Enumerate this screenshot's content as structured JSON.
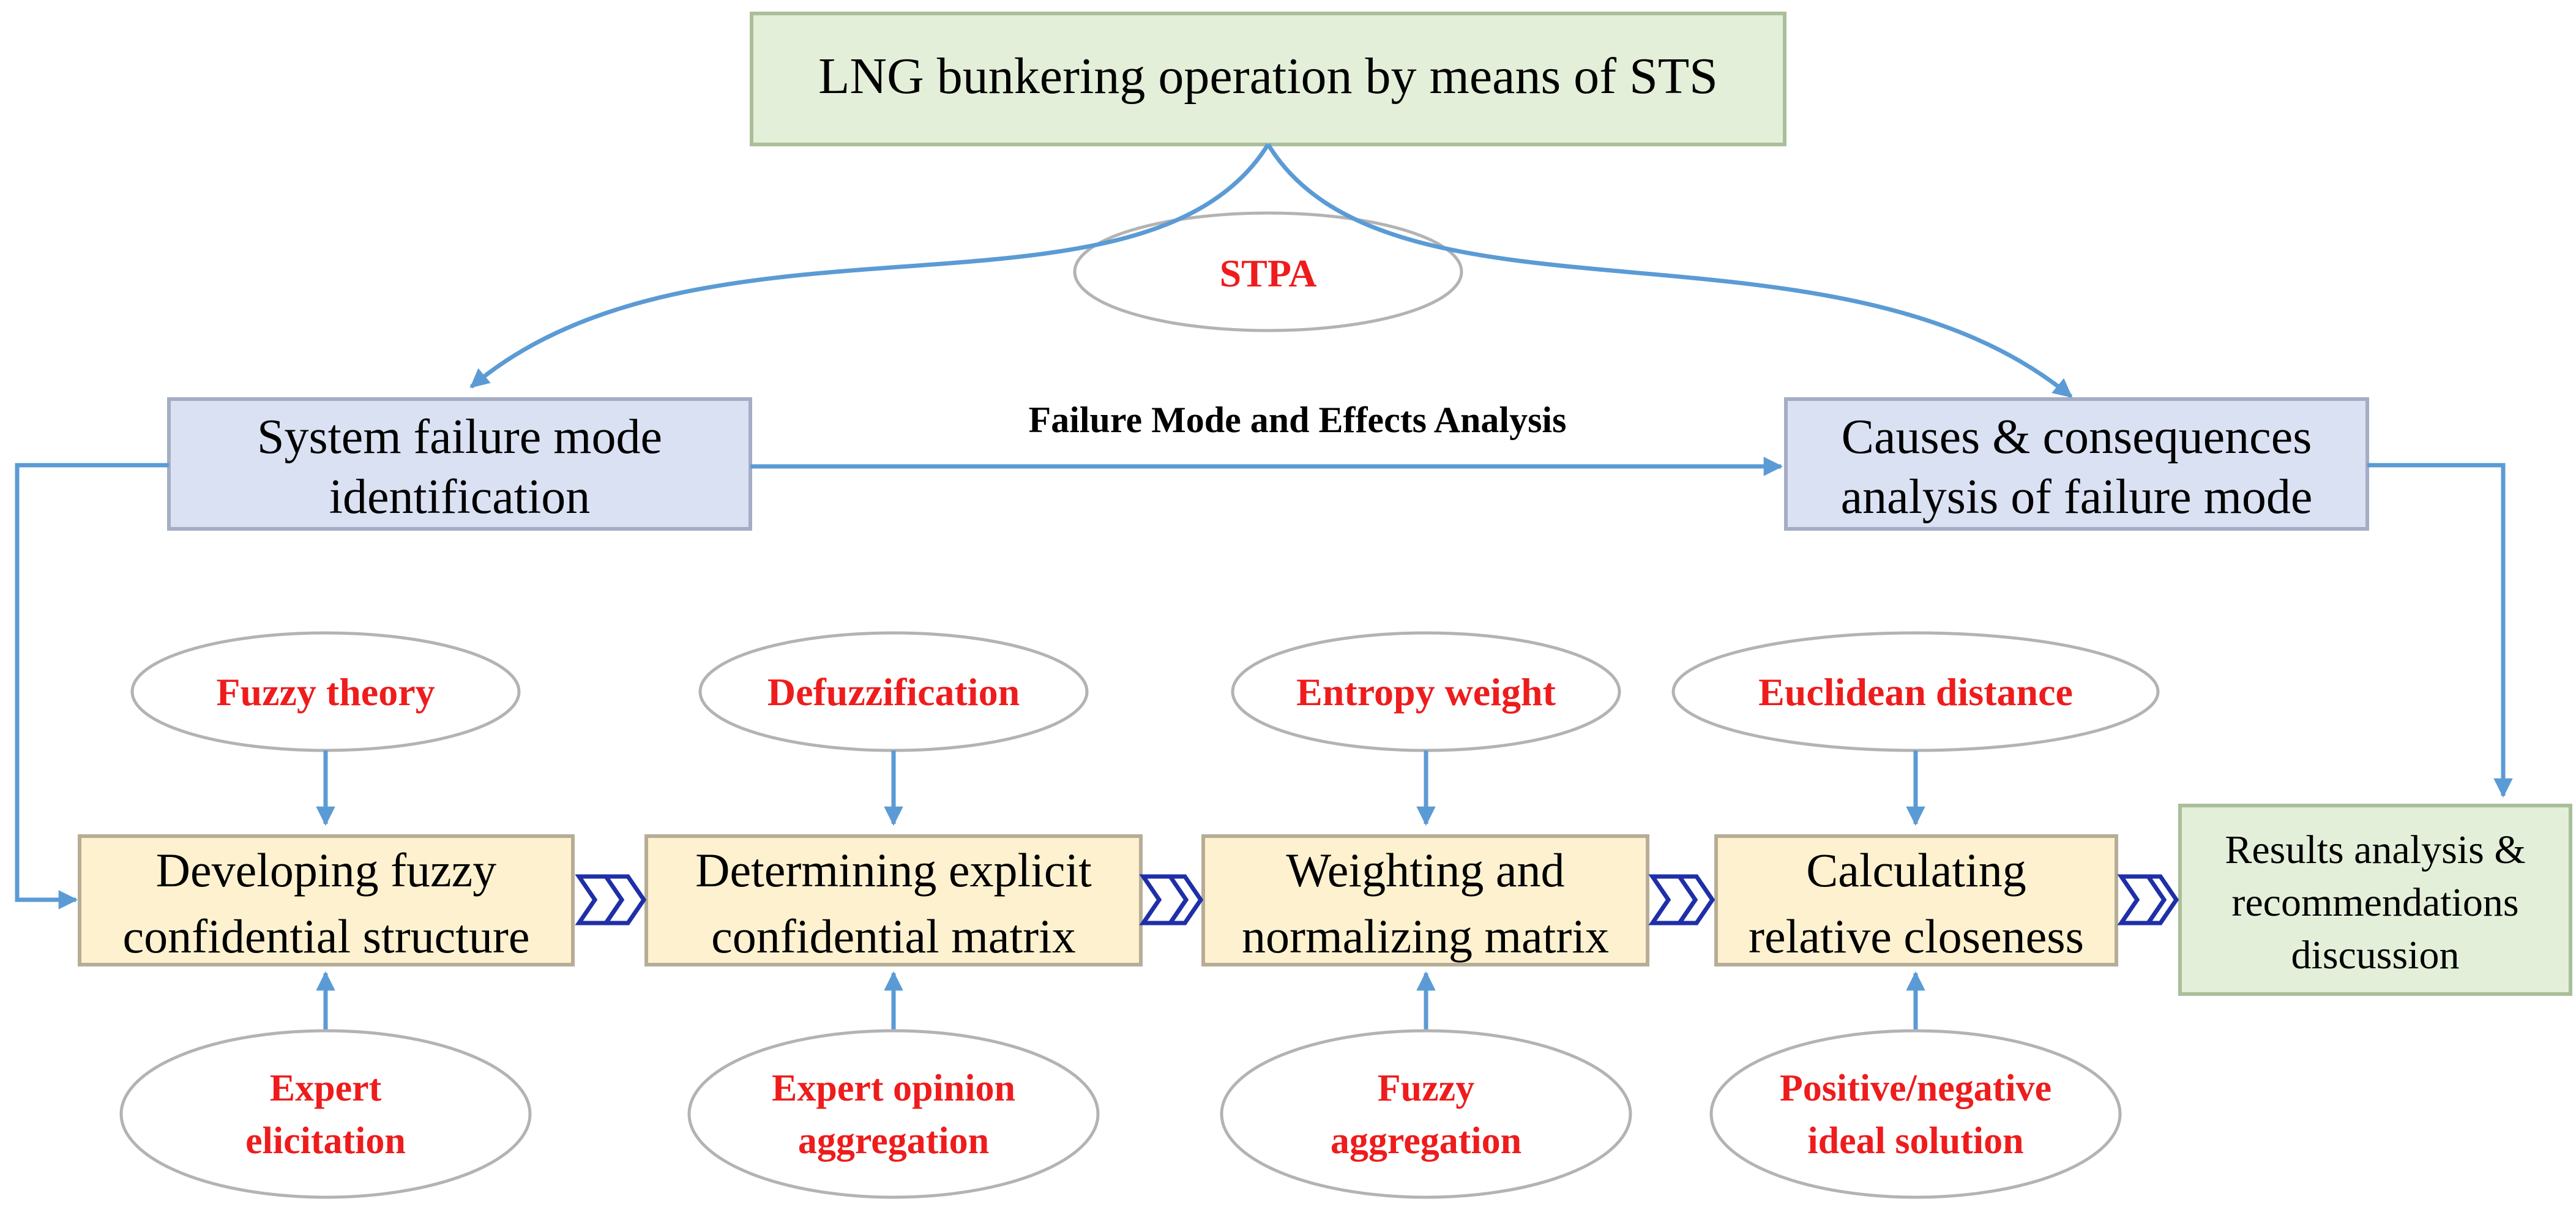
{
  "title": "LNG bunkering operation by means of STS",
  "stpa": "STPA",
  "fmea_label": "Failure Mode and Effects Analysis",
  "system_failure": [
    "System failure mode",
    "identification"
  ],
  "causes": [
    "Causes & consequences",
    "analysis of failure mode"
  ],
  "steps": [
    {
      "lines": [
        "Developing fuzzy",
        "confidential structure"
      ],
      "top": [
        "Fuzzy theory"
      ],
      "bottom": [
        "Expert",
        "elicitation"
      ]
    },
    {
      "lines": [
        "Determining explicit",
        "confidential matrix"
      ],
      "top": [
        "Defuzzification"
      ],
      "bottom": [
        "Expert opinion",
        "aggregation"
      ]
    },
    {
      "lines": [
        "Weighting and",
        "normalizing matrix"
      ],
      "top": [
        "Entropy weight"
      ],
      "bottom": [
        "Fuzzy",
        "aggregation"
      ]
    },
    {
      "lines": [
        "Calculating",
        "relative closeness"
      ],
      "top": [
        "Euclidean distance"
      ],
      "bottom": [
        "Positive/negative",
        "ideal solution"
      ]
    }
  ],
  "results": [
    "Results analysis &",
    "recommendations",
    "discussion"
  ],
  "colors": {
    "green_fill": "#e4efd9",
    "green_stroke": "#a9bf9a",
    "blue_fill": "#dae1f2",
    "blue_stroke": "#a4adc4",
    "yellow_fill": "#fdf1cf",
    "yellow_stroke": "#b7ad96",
    "oval_fill": "#ffffff",
    "oval_stroke": "#b3b3b3",
    "connector": "#5b9bd5",
    "chevron": "#1f2fa8",
    "red_text": "#ee1c1c"
  }
}
